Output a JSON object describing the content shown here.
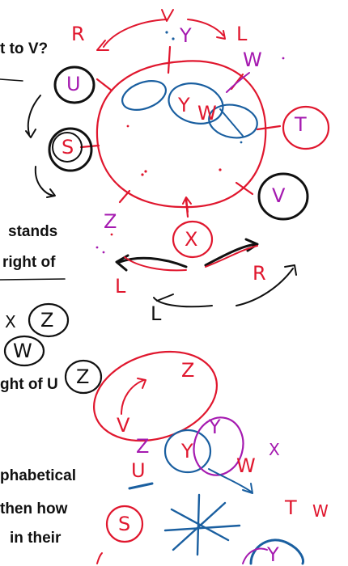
{
  "question_fragments": {
    "line1": "t to V?",
    "line2": "stands",
    "line3": "right of",
    "line4": "ght of U",
    "line5": "phabetical",
    "line6": "then how",
    "line7": "in their"
  },
  "handwriting": {
    "top_r": "R",
    "top_l": "L",
    "top_y": "Y",
    "top_w": "W",
    "u": "U",
    "s": "S",
    "t": "T",
    "v": "V",
    "y_in": "Y",
    "w_in": "W",
    "x": "X",
    "z_left": "Z",
    "l_bot": "L",
    "r_bot": "R",
    "l_under": "L",
    "x_small": "X",
    "z_line": "Z",
    "w_line": "W",
    "z_ght": "Z",
    "z_red": "Z",
    "v_red": "V",
    "z_purple": "Z",
    "y_blue": "Y",
    "y_purple": "Y",
    "u_red": "U",
    "w_red": "W",
    "x_purple": "X",
    "s_red": "S",
    "t_red": "T",
    "w_small": "W",
    "y_bottom": "Y"
  },
  "colors": {
    "red": "#e0172e",
    "blue": "#1a5fa0",
    "purple": "#a51ab0",
    "black": "#111111"
  }
}
